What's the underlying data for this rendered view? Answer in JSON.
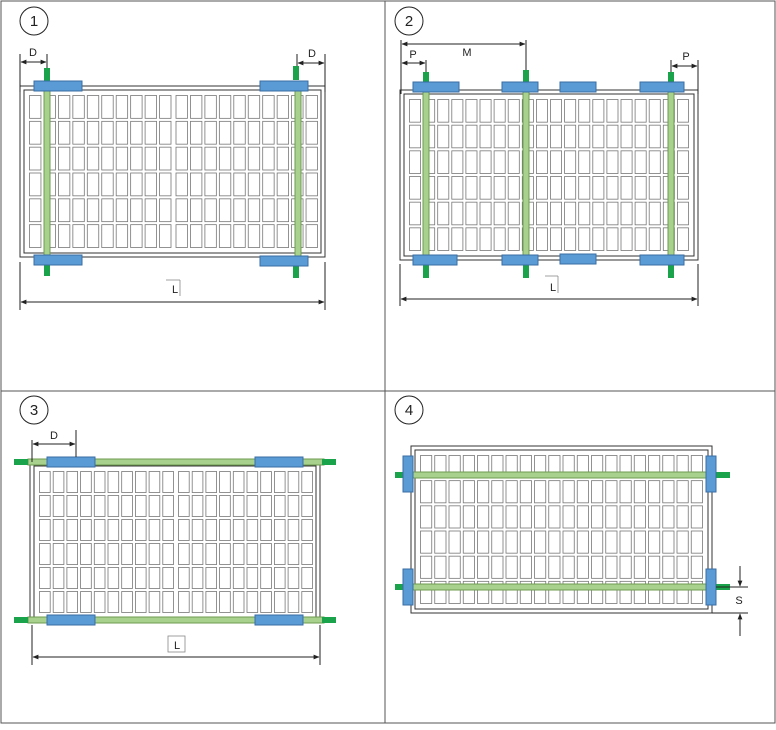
{
  "colors": {
    "clamp": "#5b9bd5",
    "clamp_stroke": "#3a6ea5",
    "rail": "#a9d18e",
    "rail_stroke": "#6d9b52",
    "bolt": "#1aa34a",
    "frame": "#333333",
    "cell": "#777777",
    "grid_line": "#555555"
  },
  "panels": [
    {
      "number": "1",
      "dims": {
        "d_left": "D",
        "d_right": "D",
        "length": "L"
      }
    },
    {
      "number": "2",
      "dims": {
        "p_left": "P",
        "m": "M",
        "p_right": "P",
        "length": "L"
      }
    },
    {
      "number": "3",
      "dims": {
        "d": "D",
        "length": "L"
      }
    },
    {
      "number": "4",
      "dims": {
        "s": "S"
      }
    }
  ]
}
